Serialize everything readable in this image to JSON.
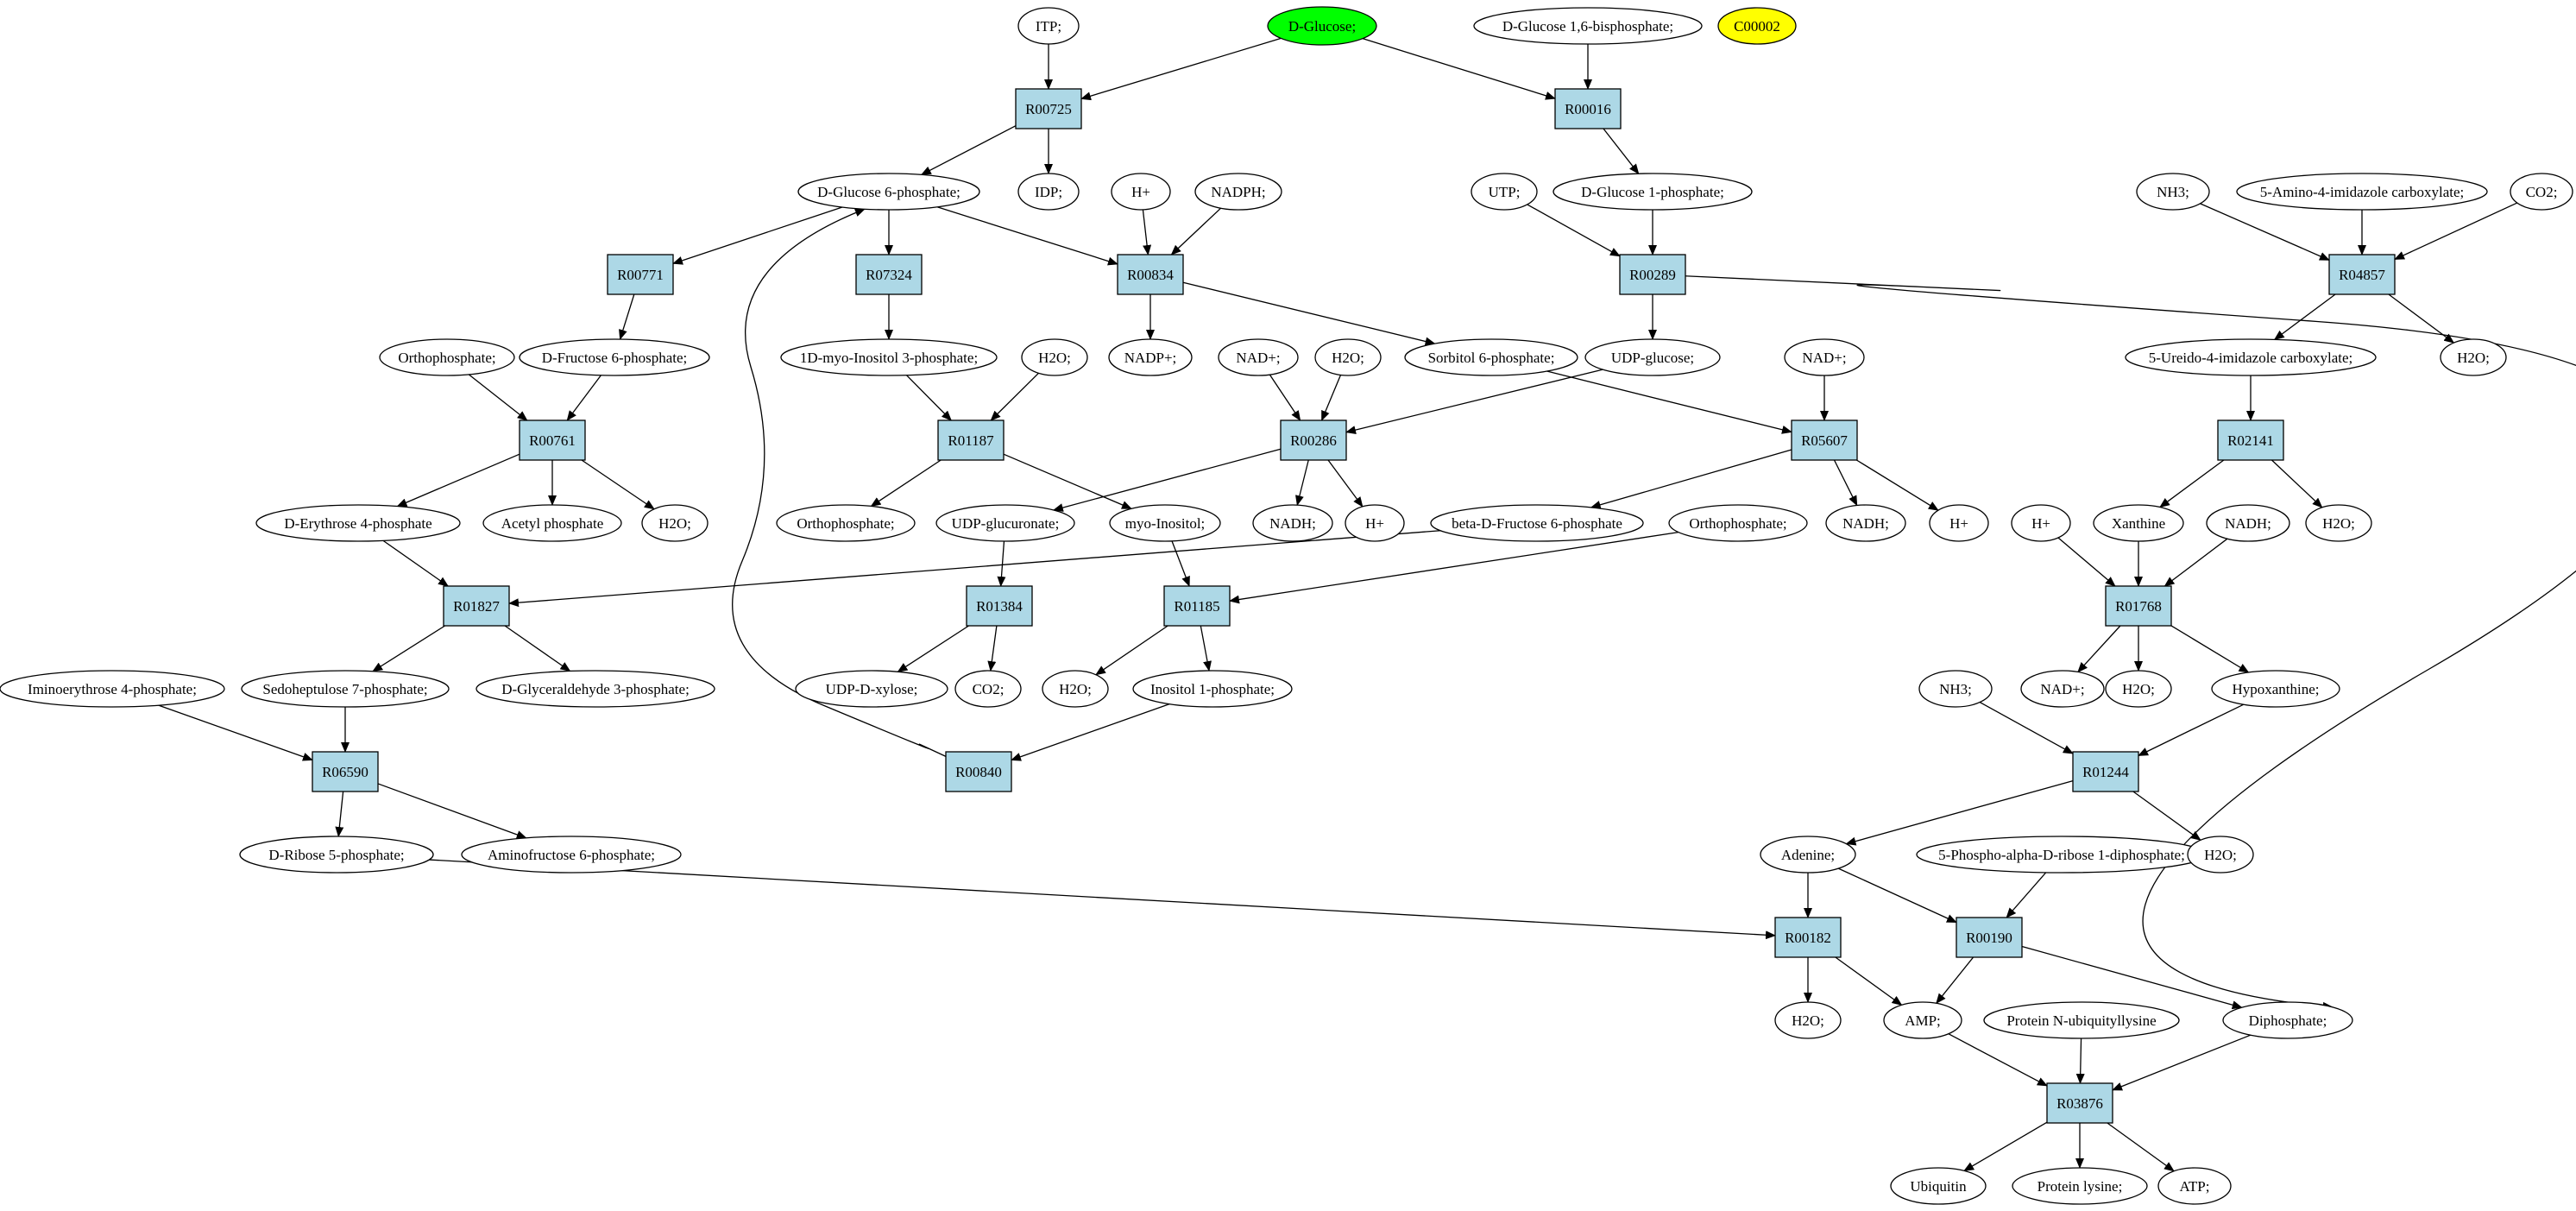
{
  "colors": {
    "compound": "#ffffff",
    "reaction": "#add8e6",
    "highlight_query": "#00ff00",
    "highlight_other": "#ffff00",
    "edge": "#000000"
  },
  "nodes": [
    {
      "id": "itp",
      "shape": "ellipse",
      "label": "ITP;"
    },
    {
      "id": "dglucose",
      "shape": "ellipse",
      "label": "D-Glucose;",
      "fill": "highlight_query"
    },
    {
      "id": "dg16bp",
      "shape": "ellipse",
      "label": "D-Glucose 1,6-bisphosphate;"
    },
    {
      "id": "c00002",
      "shape": "ellipse",
      "label": "C00002",
      "fill": "highlight_other"
    },
    {
      "id": "r00725",
      "shape": "rect",
      "label": "R00725"
    },
    {
      "id": "r00016",
      "shape": "rect",
      "label": "R00016"
    },
    {
      "id": "dg6p",
      "shape": "ellipse",
      "label": "D-Glucose 6-phosphate;"
    },
    {
      "id": "idp",
      "shape": "ellipse",
      "label": "IDP;"
    },
    {
      "id": "hplus1",
      "shape": "ellipse",
      "label": "H+"
    },
    {
      "id": "nadph",
      "shape": "ellipse",
      "label": "NADPH;"
    },
    {
      "id": "utp",
      "shape": "ellipse",
      "label": "UTP;"
    },
    {
      "id": "dg1p",
      "shape": "ellipse",
      "label": "D-Glucose 1-phosphate;"
    },
    {
      "id": "nh3a",
      "shape": "ellipse",
      "label": "NH3;"
    },
    {
      "id": "aic",
      "shape": "ellipse",
      "label": "5-Amino-4-imidazole carboxylate;"
    },
    {
      "id": "co2a",
      "shape": "ellipse",
      "label": "CO2;"
    },
    {
      "id": "r00771",
      "shape": "rect",
      "label": "R00771"
    },
    {
      "id": "r07324",
      "shape": "rect",
      "label": "R07324"
    },
    {
      "id": "r00834",
      "shape": "rect",
      "label": "R00834"
    },
    {
      "id": "r00289",
      "shape": "rect",
      "label": "R00289"
    },
    {
      "id": "r04857",
      "shape": "rect",
      "label": "R04857"
    },
    {
      "id": "orthop1",
      "shape": "ellipse",
      "label": "Orthophosphate;"
    },
    {
      "id": "df6p",
      "shape": "ellipse",
      "label": "D-Fructose 6-phosphate;"
    },
    {
      "id": "mi3p",
      "shape": "ellipse",
      "label": "1D-myo-Inositol 3-phosphate;"
    },
    {
      "id": "h2o1",
      "shape": "ellipse",
      "label": "H2O;"
    },
    {
      "id": "nadpplus",
      "shape": "ellipse",
      "label": "NADP+;"
    },
    {
      "id": "nadplus1",
      "shape": "ellipse",
      "label": "NAD+;"
    },
    {
      "id": "h2o2",
      "shape": "ellipse",
      "label": "H2O;"
    },
    {
      "id": "s6p",
      "shape": "ellipse",
      "label": "Sorbitol 6-phosphate;"
    },
    {
      "id": "udpg",
      "shape": "ellipse",
      "label": "UDP-glucose;"
    },
    {
      "id": "nadplus2",
      "shape": "ellipse",
      "label": "NAD+;"
    },
    {
      "id": "uic",
      "shape": "ellipse",
      "label": "5-Ureido-4-imidazole carboxylate;"
    },
    {
      "id": "h2o3",
      "shape": "ellipse",
      "label": "H2O;"
    },
    {
      "id": "r00761",
      "shape": "rect",
      "label": "R00761"
    },
    {
      "id": "r01187",
      "shape": "rect",
      "label": "R01187"
    },
    {
      "id": "r00286",
      "shape": "rect",
      "label": "R00286"
    },
    {
      "id": "r05607",
      "shape": "rect",
      "label": "R05607"
    },
    {
      "id": "r02141",
      "shape": "rect",
      "label": "R02141"
    },
    {
      "id": "de4p",
      "shape": "ellipse",
      "label": "D-Erythrose 4-phosphate"
    },
    {
      "id": "acetylp",
      "shape": "ellipse",
      "label": "Acetyl phosphate"
    },
    {
      "id": "h2o4",
      "shape": "ellipse",
      "label": "H2O;"
    },
    {
      "id": "orthop2",
      "shape": "ellipse",
      "label": "Orthophosphate;"
    },
    {
      "id": "udpgluc",
      "shape": "ellipse",
      "label": "UDP-glucuronate;"
    },
    {
      "id": "myoinos",
      "shape": "ellipse",
      "label": "myo-Inositol;"
    },
    {
      "id": "nadh1",
      "shape": "ellipse",
      "label": "NADH;"
    },
    {
      "id": "hplus2",
      "shape": "ellipse",
      "label": "H+"
    },
    {
      "id": "bdf6p",
      "shape": "ellipse",
      "label": "beta-D-Fructose 6-phosphate"
    },
    {
      "id": "orthop3",
      "shape": "ellipse",
      "label": "Orthophosphate;"
    },
    {
      "id": "nadh2",
      "shape": "ellipse",
      "label": "NADH;"
    },
    {
      "id": "hplus3",
      "shape": "ellipse",
      "label": "H+"
    },
    {
      "id": "hplus4",
      "shape": "ellipse",
      "label": "H+"
    },
    {
      "id": "xanthine",
      "shape": "ellipse",
      "label": "Xanthine"
    },
    {
      "id": "nadh3",
      "shape": "ellipse",
      "label": "NADH;"
    },
    {
      "id": "h2o5",
      "shape": "ellipse",
      "label": "H2O;"
    },
    {
      "id": "r01827",
      "shape": "rect",
      "label": "R01827"
    },
    {
      "id": "r01384",
      "shape": "rect",
      "label": "R01384"
    },
    {
      "id": "r01185",
      "shape": "rect",
      "label": "R01185"
    },
    {
      "id": "r01768",
      "shape": "rect",
      "label": "R01768"
    },
    {
      "id": "ie4p",
      "shape": "ellipse",
      "label": "Iminoerythrose 4-phosphate;"
    },
    {
      "id": "s7p",
      "shape": "ellipse",
      "label": "Sedoheptulose 7-phosphate;"
    },
    {
      "id": "dg3p",
      "shape": "ellipse",
      "label": "D-Glyceraldehyde 3-phosphate;"
    },
    {
      "id": "udpxyl",
      "shape": "ellipse",
      "label": "UDP-D-xylose;"
    },
    {
      "id": "co2b",
      "shape": "ellipse",
      "label": "CO2;"
    },
    {
      "id": "h2o6",
      "shape": "ellipse",
      "label": "H2O;"
    },
    {
      "id": "i1p",
      "shape": "ellipse",
      "label": "Inositol 1-phosphate;"
    },
    {
      "id": "nh3b",
      "shape": "ellipse",
      "label": "NH3;"
    },
    {
      "id": "nadplus3",
      "shape": "ellipse",
      "label": "NAD+;"
    },
    {
      "id": "h2o7",
      "shape": "ellipse",
      "label": "H2O;"
    },
    {
      "id": "hypox",
      "shape": "ellipse",
      "label": "Hypoxanthine;"
    },
    {
      "id": "r06590",
      "shape": "rect",
      "label": "R06590"
    },
    {
      "id": "r00840",
      "shape": "rect",
      "label": "R00840"
    },
    {
      "id": "r01244",
      "shape": "rect",
      "label": "R01244"
    },
    {
      "id": "dr5p",
      "shape": "ellipse",
      "label": "D-Ribose 5-phosphate;"
    },
    {
      "id": "af6p",
      "shape": "ellipse",
      "label": "Aminofructose 6-phosphate;"
    },
    {
      "id": "adenine",
      "shape": "ellipse",
      "label": "Adenine;"
    },
    {
      "id": "prpp",
      "shape": "ellipse",
      "label": "5-Phospho-alpha-D-ribose 1-diphosphate;"
    },
    {
      "id": "h2o8",
      "shape": "ellipse",
      "label": "H2O;"
    },
    {
      "id": "r00182",
      "shape": "rect",
      "label": "R00182"
    },
    {
      "id": "r00190",
      "shape": "rect",
      "label": "R00190"
    },
    {
      "id": "h2o9",
      "shape": "ellipse",
      "label": "H2O;"
    },
    {
      "id": "amp",
      "shape": "ellipse",
      "label": "AMP;"
    },
    {
      "id": "pnul",
      "shape": "ellipse",
      "label": "Protein N-ubiquityllysine"
    },
    {
      "id": "diphos",
      "shape": "ellipse",
      "label": "Diphosphate;"
    },
    {
      "id": "r03876",
      "shape": "rect",
      "label": "R03876"
    },
    {
      "id": "ubiquitin",
      "shape": "ellipse",
      "label": "Ubiquitin"
    },
    {
      "id": "protlys",
      "shape": "ellipse",
      "label": "Protein lysine;"
    },
    {
      "id": "atp",
      "shape": "ellipse",
      "label": "ATP;"
    }
  ],
  "edges": [
    [
      "itp",
      "r00725"
    ],
    [
      "dglucose",
      "r00725"
    ],
    [
      "dglucose",
      "r00016"
    ],
    [
      "dg16bp",
      "r00016"
    ],
    [
      "r00725",
      "dg6p"
    ],
    [
      "r00725",
      "idp"
    ],
    [
      "r00016",
      "dg1p"
    ],
    [
      "dg6p",
      "r00771"
    ],
    [
      "dg6p",
      "r07324"
    ],
    [
      "dg6p",
      "r00834"
    ],
    [
      "hplus1",
      "r00834"
    ],
    [
      "nadph",
      "r00834"
    ],
    [
      "utp",
      "r00289"
    ],
    [
      "dg1p",
      "r00289"
    ],
    [
      "nh3a",
      "r04857"
    ],
    [
      "aic",
      "r04857"
    ],
    [
      "co2a",
      "r04857"
    ],
    [
      "r00771",
      "df6p"
    ],
    [
      "r07324",
      "mi3p"
    ],
    [
      "r00834",
      "nadpplus"
    ],
    [
      "r00834",
      "s6p"
    ],
    [
      "r00289",
      "udpg"
    ],
    [
      "r00289",
      "diphos"
    ],
    [
      "r04857",
      "uic"
    ],
    [
      "r04857",
      "h2o3"
    ],
    [
      "orthop1",
      "r00761"
    ],
    [
      "df6p",
      "r00761"
    ],
    [
      "mi3p",
      "r01187"
    ],
    [
      "h2o1",
      "r01187"
    ],
    [
      "nadplus1",
      "r00286"
    ],
    [
      "h2o2",
      "r00286"
    ],
    [
      "udpg",
      "r00286"
    ],
    [
      "s6p",
      "r05607"
    ],
    [
      "nadplus2",
      "r05607"
    ],
    [
      "uic",
      "r02141"
    ],
    [
      "r00761",
      "de4p"
    ],
    [
      "r00761",
      "acetylp"
    ],
    [
      "r00761",
      "h2o4"
    ],
    [
      "r01187",
      "orthop2"
    ],
    [
      "r01187",
      "myoinos"
    ],
    [
      "r00286",
      "udpgluc"
    ],
    [
      "r00286",
      "nadh1"
    ],
    [
      "r00286",
      "hplus2"
    ],
    [
      "r05607",
      "bdf6p"
    ],
    [
      "r05607",
      "nadh2"
    ],
    [
      "r05607",
      "hplus3"
    ],
    [
      "r02141",
      "xanthine"
    ],
    [
      "r02141",
      "h2o5"
    ],
    [
      "de4p",
      "r01827"
    ],
    [
      "bdf6p",
      "r01827"
    ],
    [
      "udpgluc",
      "r01384"
    ],
    [
      "myoinos",
      "r01185"
    ],
    [
      "orthop3",
      "r01185"
    ],
    [
      "hplus4",
      "r01768"
    ],
    [
      "xanthine",
      "r01768"
    ],
    [
      "nadh3",
      "r01768"
    ],
    [
      "r01827",
      "s7p"
    ],
    [
      "r01827",
      "dg3p"
    ],
    [
      "r01384",
      "udpxyl"
    ],
    [
      "r01384",
      "co2b"
    ],
    [
      "r01185",
      "h2o6"
    ],
    [
      "r01185",
      "i1p"
    ],
    [
      "r01768",
      "nadplus3"
    ],
    [
      "r01768",
      "h2o7"
    ],
    [
      "r01768",
      "hypox"
    ],
    [
      "ie4p",
      "r06590"
    ],
    [
      "s7p",
      "r06590"
    ],
    [
      "i1p",
      "r00840"
    ],
    [
      "r00840",
      "dg6p"
    ],
    [
      "nh3b",
      "r01244"
    ],
    [
      "hypox",
      "r01244"
    ],
    [
      "r06590",
      "dr5p"
    ],
    [
      "r06590",
      "af6p"
    ],
    [
      "r01244",
      "adenine"
    ],
    [
      "r01244",
      "h2o8"
    ],
    [
      "dr5p",
      "r00182"
    ],
    [
      "adenine",
      "r00182"
    ],
    [
      "adenine",
      "r00190"
    ],
    [
      "prpp",
      "r00190"
    ],
    [
      "r00182",
      "h2o9"
    ],
    [
      "r00182",
      "amp"
    ],
    [
      "r00190",
      "amp"
    ],
    [
      "r00190",
      "diphos"
    ],
    [
      "amp",
      "r03876"
    ],
    [
      "pnul",
      "r03876"
    ],
    [
      "diphos",
      "r03876"
    ],
    [
      "r03876",
      "ubiquitin"
    ],
    [
      "r03876",
      "protlys"
    ],
    [
      "r03876",
      "atp"
    ]
  ]
}
